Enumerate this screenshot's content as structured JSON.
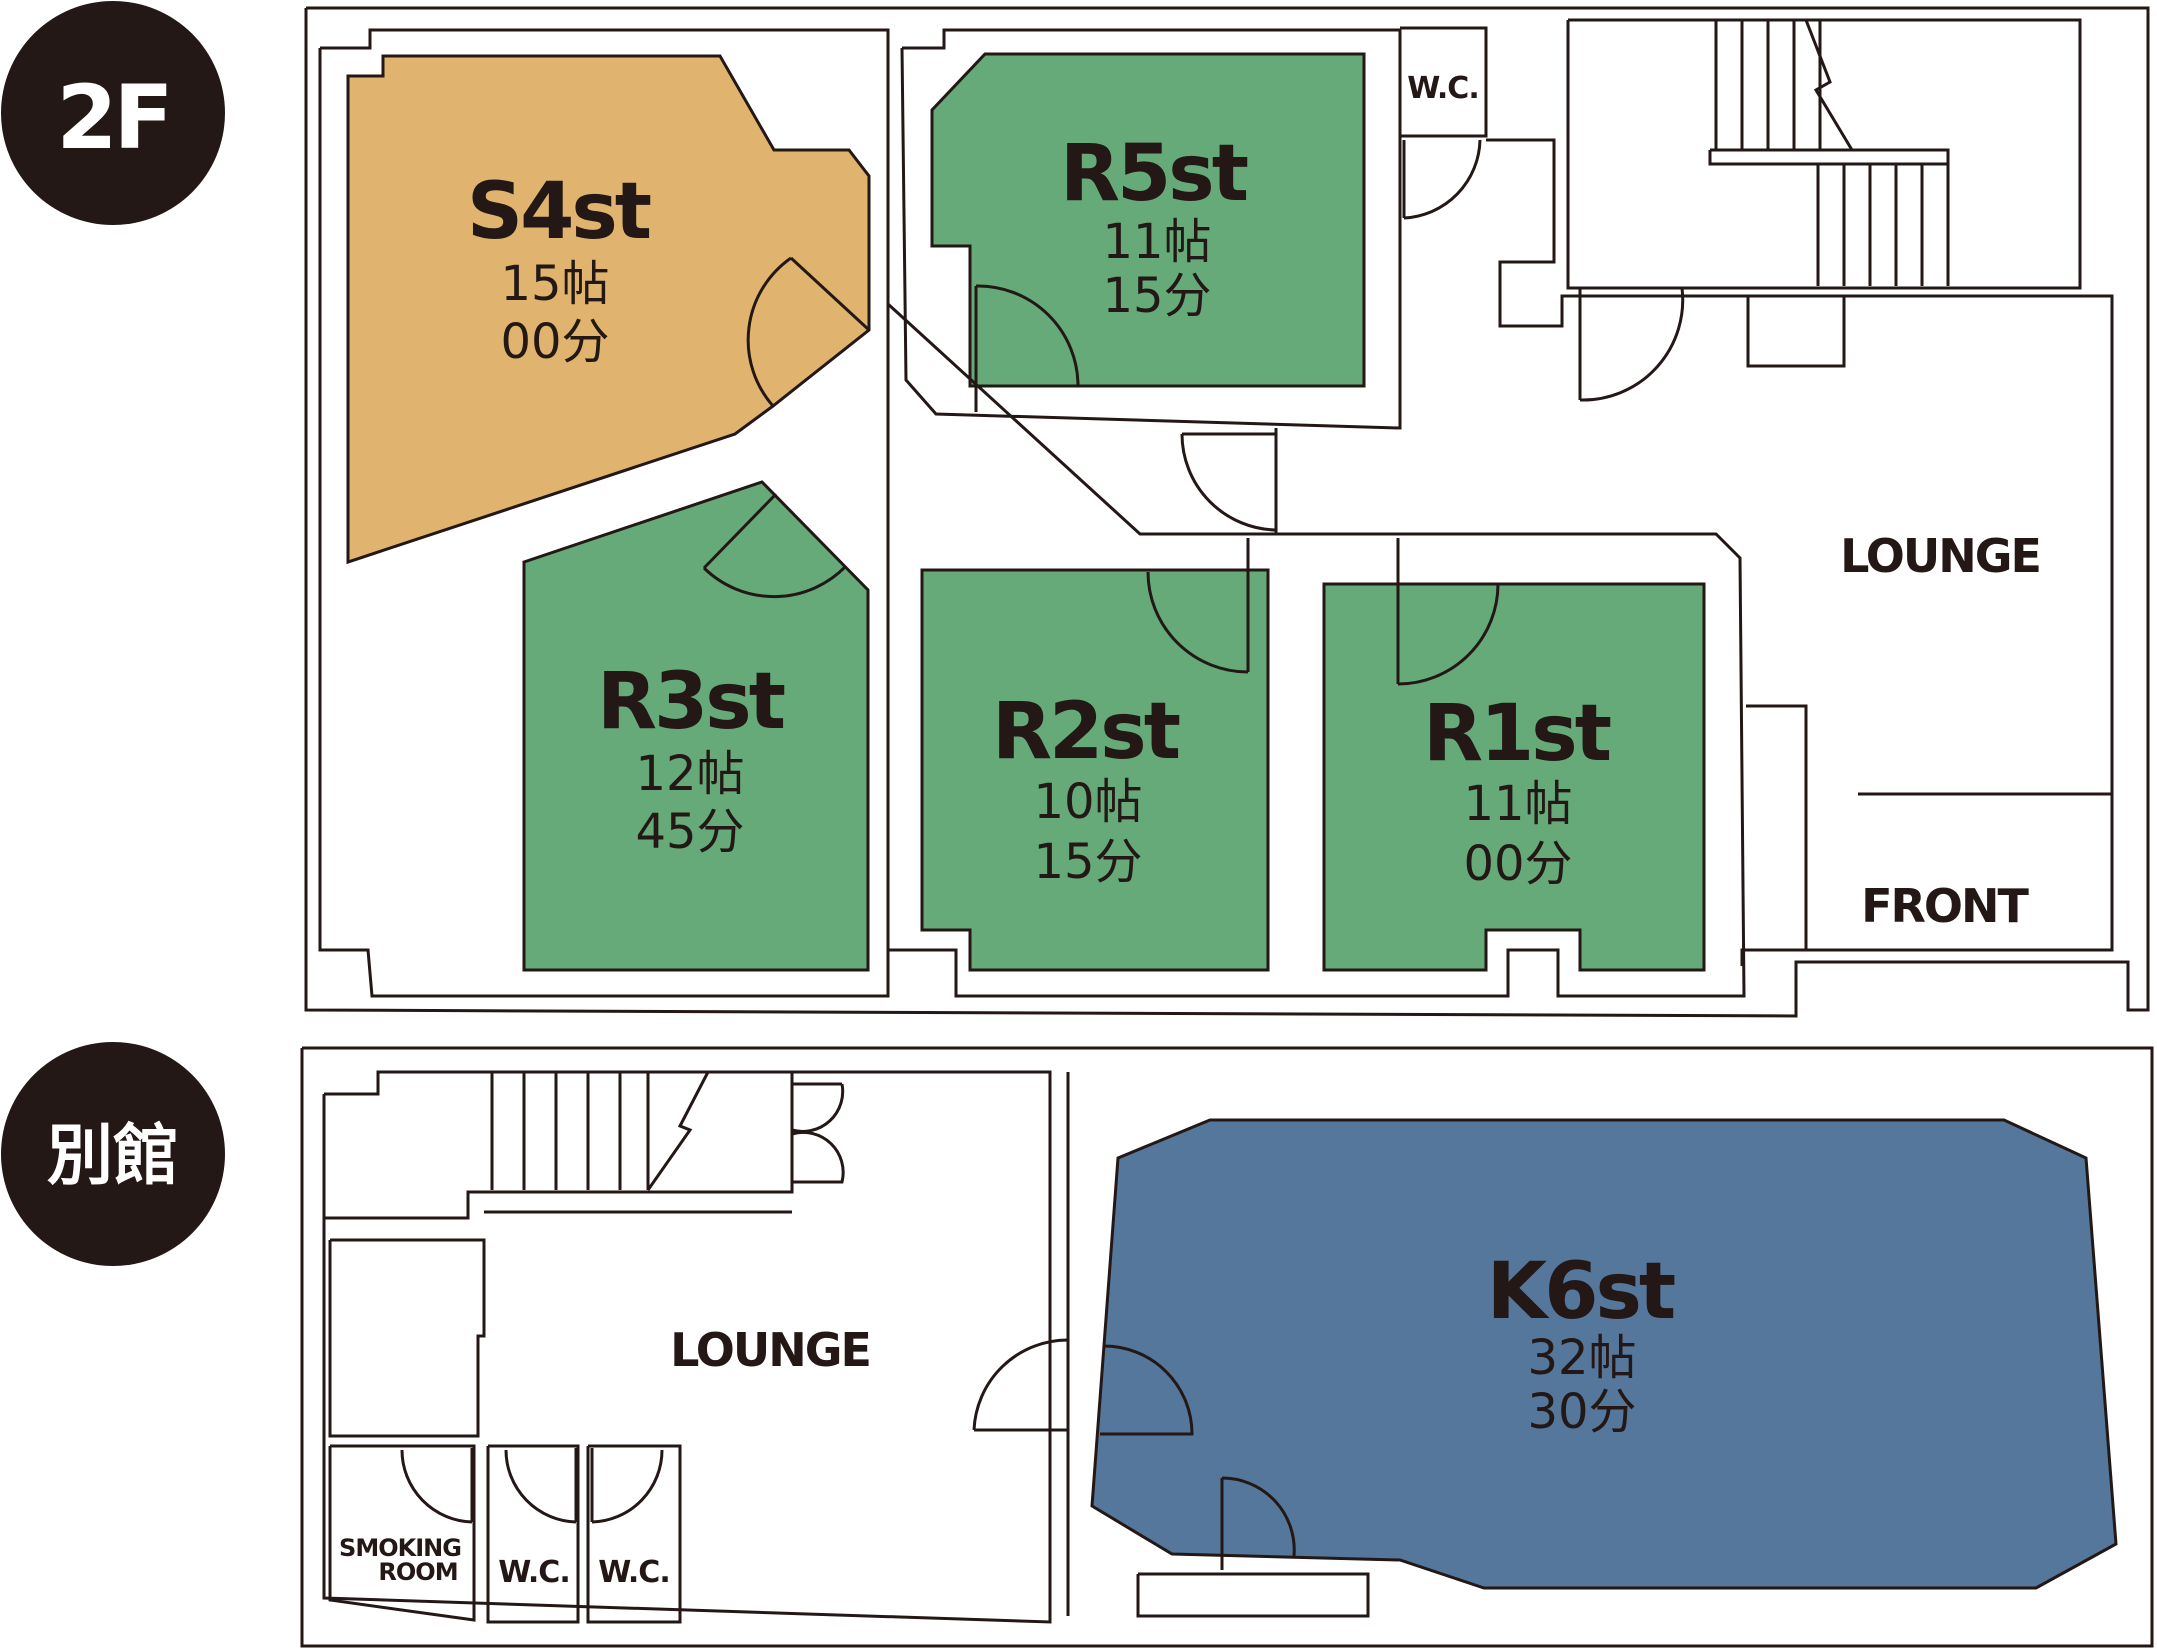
{
  "colors": {
    "s_room": "#e0b46e",
    "r_room": "#66aa7a",
    "k_room": "#54779b",
    "line": "#231815",
    "badge": "#231815"
  },
  "floors": {
    "second": {
      "label": "2F"
    },
    "annex": {
      "label": "別館"
    }
  },
  "rooms": {
    "s4": {
      "name": "S4st",
      "size": "15帖",
      "time": "00分"
    },
    "r5": {
      "name": "R5st",
      "size": "11帖",
      "time": "15分"
    },
    "r3": {
      "name": "R3st",
      "size": "12帖",
      "time": "45分"
    },
    "r2": {
      "name": "R2st",
      "size": "10帖",
      "time": "15分"
    },
    "r1": {
      "name": "R1st",
      "size": "11帖",
      "time": "00分"
    },
    "k6": {
      "name": "K6st",
      "size": "32帖",
      "time": "30分"
    }
  },
  "labels": {
    "lounge_2f": "LOUNGE",
    "front": "FRONT",
    "wc_2f": "W.C.",
    "lounge_annex": "LOUNGE",
    "smoking_line1": "SMOKING",
    "smoking_line2": "ROOM",
    "wc_annex_1": "W.C.",
    "wc_annex_2": "W.C."
  }
}
